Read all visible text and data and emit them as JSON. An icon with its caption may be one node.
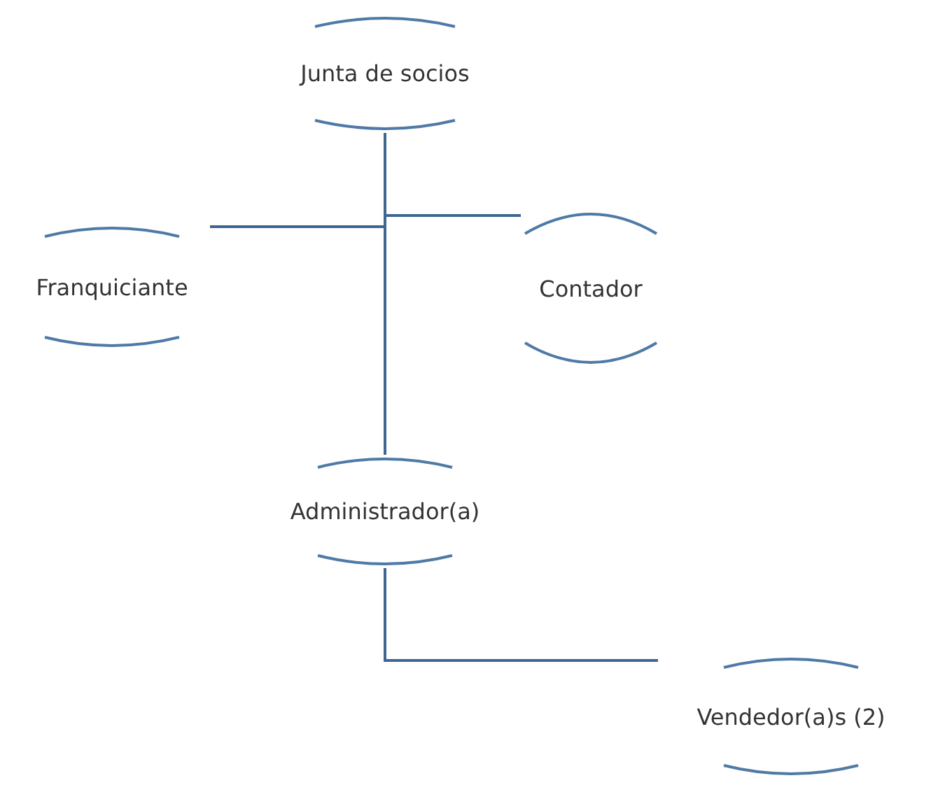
{
  "diagram": {
    "nodes": [
      {
        "text": [
          "Junta de socios"
        ]
      },
      {
        "text": [
          "Franquiciante"
        ]
      },
      {
        "text": [
          "Contador"
        ]
      },
      {
        "text": [
          "Administrador(a)"
        ]
      },
      {
        "text": [
          "Vendedor(a)s (2)"
        ]
      }
    ],
    "edges": [
      {
        "from": 0,
        "to": 1,
        "arrow": "none"
      },
      {
        "from": 0,
        "to": 2,
        "arrow": "none"
      },
      {
        "from": 0,
        "to": 3,
        "arrow": "none"
      },
      {
        "from": 3,
        "to": 4,
        "arrow": "none"
      }
    ]
  }
}
